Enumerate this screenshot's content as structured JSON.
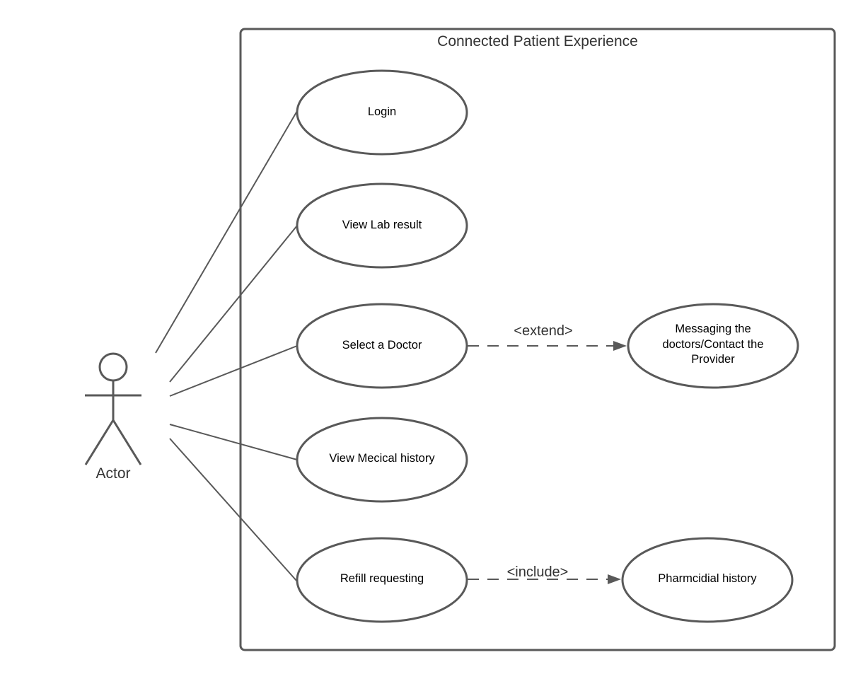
{
  "system": {
    "title": "Connected Patient Experience"
  },
  "actor": {
    "label": "Actor"
  },
  "use_cases": {
    "login": "Login",
    "view_lab_result": "View Lab result",
    "select_doctor": "Select a Doctor",
    "view_medical_history": "View Mecical history",
    "refill_requesting": "Refill requesting",
    "messaging_line1": "Messaging the",
    "messaging_line2": "doctors/Contact the",
    "messaging_line3": "Provider",
    "pharmacy_history": "Pharmcidial history"
  },
  "relationships": {
    "extend_label": "<extend>",
    "include_label": "<include>"
  },
  "colors": {
    "stroke": "#595959",
    "text": "#000000",
    "title_text": "#333333",
    "background": "#ffffff"
  }
}
